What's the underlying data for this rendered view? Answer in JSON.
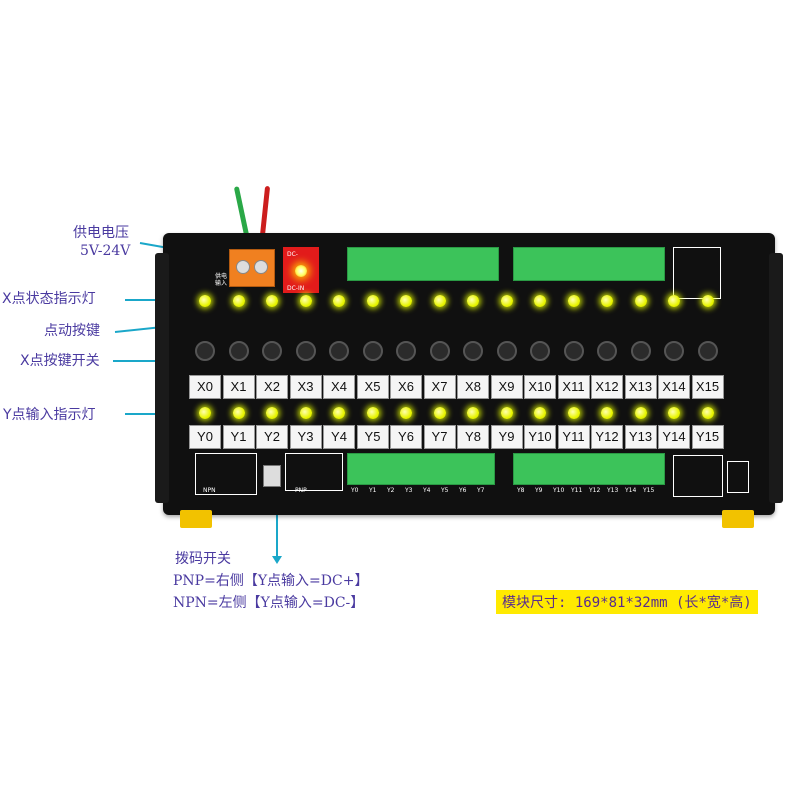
{
  "annotations": {
    "supply_voltage_title": "供电电压",
    "supply_voltage_value": "5V-24V",
    "x_status_led": "X点状态指示灯",
    "push_button": "点动按键",
    "x_key_switch": "X点按键开关",
    "y_input_led": "Y点输入指示灯",
    "dip_switch_title": "拨码开关",
    "dip_pnp": "PNP=右侧【Y点输入=DC+】",
    "dip_npn": "NPN=左侧【Y点输入=DC-】",
    "module_size": "模块尺寸: 169*81*32mm (长*宽*高)"
  },
  "board": {
    "power_label": "供电\n输入",
    "dc_in": "DC-IN",
    "dc_minus": "DC-",
    "x_keys": [
      "X0",
      "X1",
      "X2",
      "X3",
      "X4",
      "X5",
      "X6",
      "X7",
      "X8",
      "X9",
      "X10",
      "X11",
      "X12",
      "X13",
      "X14",
      "X15"
    ],
    "y_keys": [
      "Y0",
      "Y1",
      "Y2",
      "Y3",
      "Y4",
      "Y5",
      "Y6",
      "Y7",
      "Y8",
      "Y9",
      "Y10",
      "Y11",
      "Y12",
      "Y13",
      "Y14",
      "Y15"
    ],
    "y_terminal_labels_left": [
      "Y0",
      "Y1",
      "Y2",
      "Y3",
      "Y4",
      "Y5",
      "Y6",
      "Y7"
    ],
    "y_terminal_labels_right": [
      "Y8",
      "Y9",
      "Y10",
      "Y11",
      "Y12",
      "Y13",
      "Y14",
      "Y15"
    ],
    "pnp_label": "PNP",
    "npn_label": "NPN"
  },
  "colors": {
    "accent_text": "#4a3aa0",
    "arrow": "#1aa7c9",
    "terminal_green": "#3cc35a",
    "led_yellow": "#e8f500",
    "size_bg": "#ffea00"
  }
}
